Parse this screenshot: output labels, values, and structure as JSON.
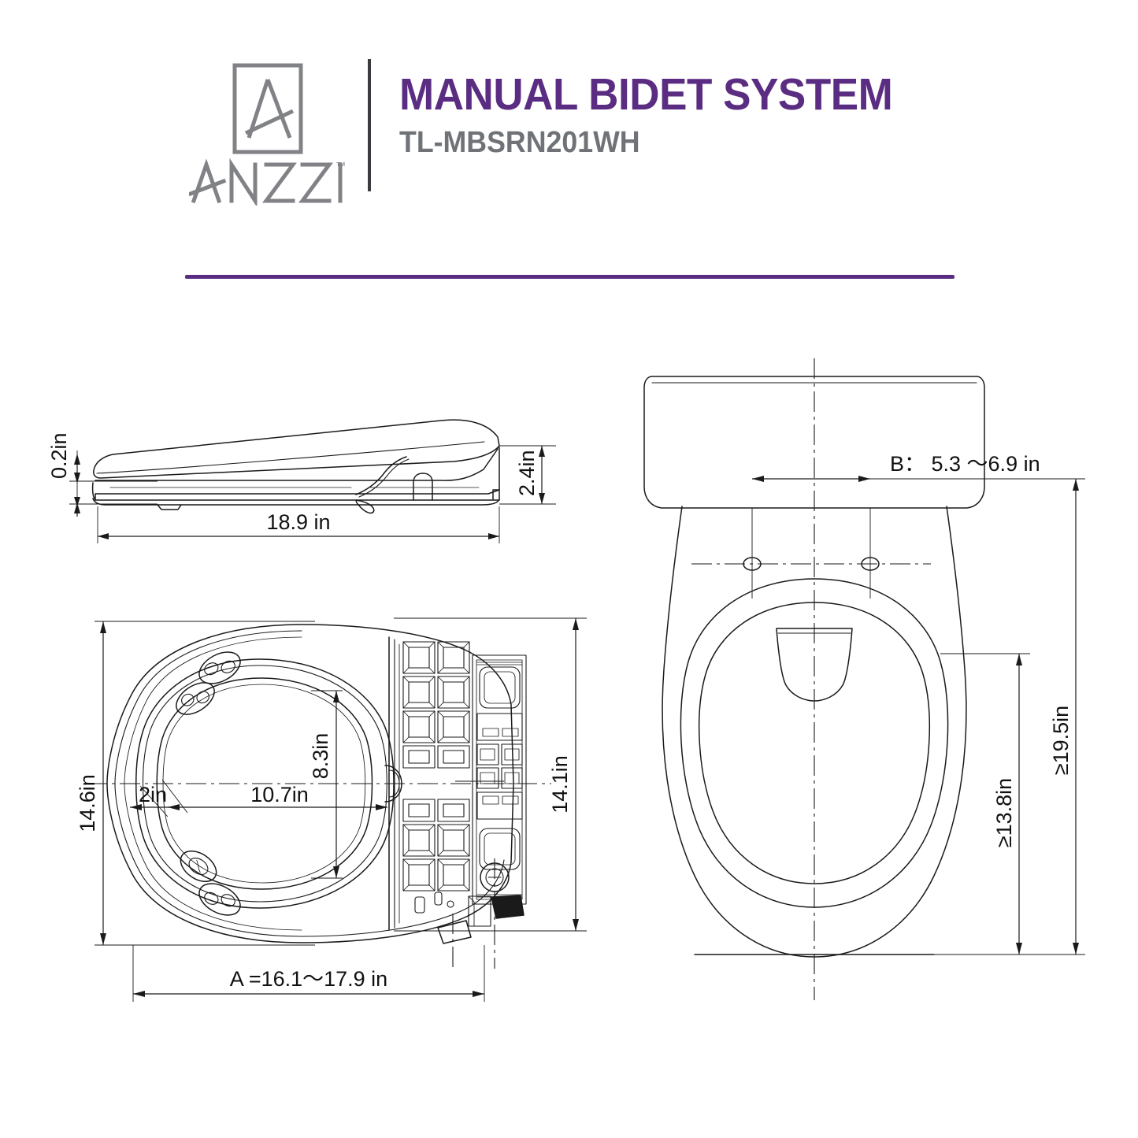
{
  "brand": {
    "name": "ANZZI",
    "trademark": "™",
    "logo_icon": "anzzi-a-mark-icon",
    "logo_color": "#808286"
  },
  "header": {
    "title": "MANUAL BIDET SYSTEM",
    "model": "TL-MBSRN201WH",
    "title_color": "#5a2d82",
    "model_color": "#6f7276",
    "rule_color": "#5a2d82"
  },
  "drawings": {
    "side_view": {
      "name": "side-elevation-view",
      "dimensions": {
        "height_front": "0.2in",
        "height_rear": "2.4in",
        "length": "18.9 in"
      }
    },
    "bottom_view": {
      "name": "bottom-plan-view",
      "dimensions": {
        "overall_depth": "14.6in",
        "housing_depth": "14.1in",
        "opening_length": "10.7in",
        "opening_width": "8.3in",
        "rim_offset": "2in",
        "mounting_span": "A =16.1～17.9 in"
      }
    },
    "toilet_view": {
      "name": "toilet-top-plan-view",
      "dimensions": {
        "bolt_spacing": "B： 5.3 ～6.9 in",
        "bowl_depth": "≥13.8in",
        "overall_depth": "≥19.5in"
      }
    }
  }
}
